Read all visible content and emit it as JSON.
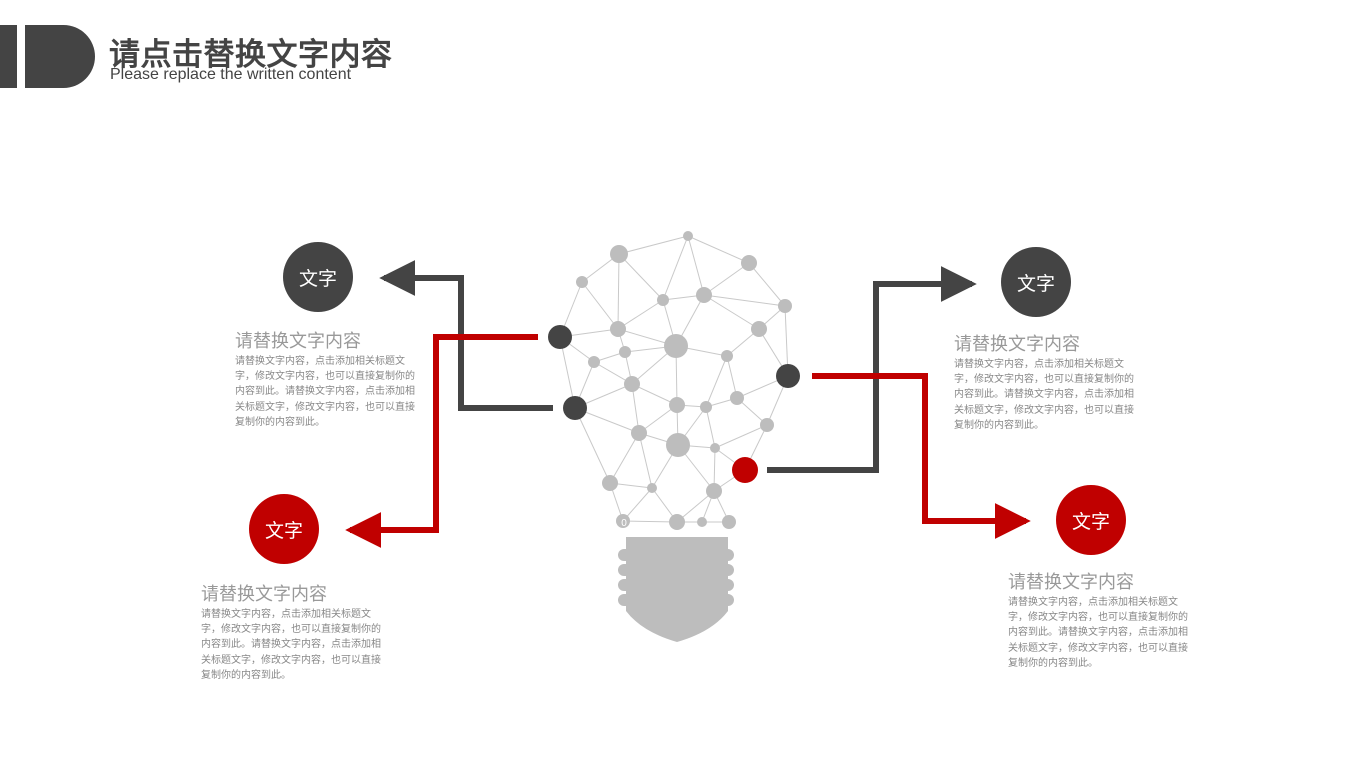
{
  "header": {
    "title": "请点击替换文字内容",
    "subtitle": "Please replace the written  content"
  },
  "colors": {
    "dark": "#444444",
    "red": "#c00000",
    "node_gray": "#bdbdbd",
    "line_gray": "#c9c9c9",
    "text_gray": "#888888"
  },
  "items": [
    {
      "badge": "文字",
      "color": "dark",
      "heading": "请替换文字内容",
      "body": "请替换文字内容，点击添加相关标题文字，修改文字内容，也可以直接复制你的内容到此。请替换文字内容，点击添加相关标题文字，修改文字内容，也可以直接复制你的内容到此。"
    },
    {
      "badge": "文字",
      "color": "red",
      "heading": "请替换文字内容",
      "body": "请替换文字内容，点击添加相关标题文字，修改文字内容，也可以直接复制你的内容到此。请替换文字内容，点击添加相关标题文字，修改文字内容，也可以直接复制你的内容到此。"
    },
    {
      "badge": "文字",
      "color": "dark",
      "heading": "请替换文字内容",
      "body": "请替换文字内容，点击添加相关标题文字，修改文字内容，也可以直接复制你的内容到此。请替换文字内容，点击添加相关标题文字，修改文字内容，也可以直接复制你的内容到此。"
    },
    {
      "badge": "文字",
      "color": "red",
      "heading": "请替换文字内容",
      "body": "请替换文字内容，点击添加相关标题文字，修改文字内容，也可以直接复制你的内容到此。请替换文字内容，点击添加相关标题文字，修改文字内容，也可以直接复制你的内容到此。"
    }
  ],
  "bulb": {
    "glyph": "0"
  }
}
